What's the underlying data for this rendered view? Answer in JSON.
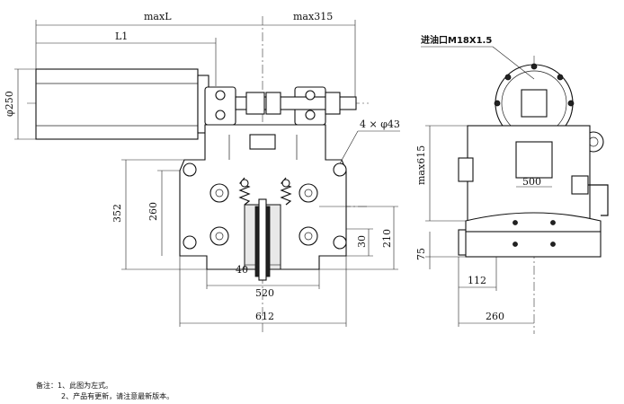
{
  "dimensions": {
    "max_l": "maxL",
    "max_315": "max315",
    "l1": "L1",
    "phi_250": "φ250",
    "holes": "4 × φ43",
    "d352": "352",
    "d260": "260",
    "d30": "30",
    "d210": "210",
    "d40": "40",
    "d520": "520",
    "d612": "612",
    "max_615": "max615",
    "d500": "500",
    "d75": "75",
    "d112": "112",
    "d260_side": "260"
  },
  "oil_inlet_label": "进油口M18X1.5",
  "notes": {
    "prefix": "备注：",
    "item1": "1、此图为左式。",
    "item2": "2、产品有更新，请注意最新版本。"
  }
}
